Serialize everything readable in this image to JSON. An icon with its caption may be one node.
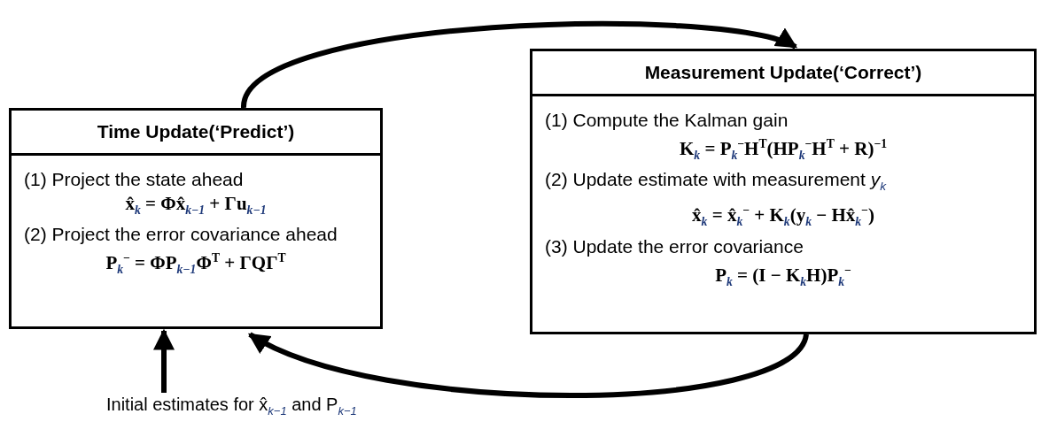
{
  "diagram": {
    "nodes": [
      {
        "text": [
          "Time Update(‘Predict’)",
          "(1) Project the state ahead",
          "x̂$_{k}$ = Φx̂$_{k−1}$ + Γu$_{k−1}$",
          "(2) Project the error covariance ahead",
          "P$_{k}$$^{−}$ = ΦP$_{k−1}$Φ$^{T}$ + ΓQΓ$^{T}$"
        ]
      },
      {
        "text": [
          "Measurement Update(‘Correct’)",
          "(1) Compute the Kalman gain",
          "K$_{k}$ = P$_{k}$$^{−}$H$^{T}$(HP$_{k}$$^{−}$H$^{T}$ + R)$^{−1}$",
          "(2) Update estimate with measurement *y*$_{k}$",
          "x̂$_{k}$ = x̂$_{k}$$^{−}$ + K$_{k}$(y$_{k}$ − Hx̂$_{k}$$^{−}$)",
          "(3) Update the error covariance",
          "P$_{k}$ = (I − K$_{k}$H)P$_{k}$$^{−}$"
        ]
      },
      {
        "text": [
          "Initial estimates for x̂$_{k−1}$ and P$_{k−1}$"
        ]
      }
    ],
    "edges": [
      {
        "from": 0,
        "to": 1,
        "arrow": "to"
      },
      {
        "from": 1,
        "to": 0,
        "arrow": "to"
      },
      {
        "from": 2,
        "to": 0,
        "arrow": "to"
      }
    ]
  }
}
